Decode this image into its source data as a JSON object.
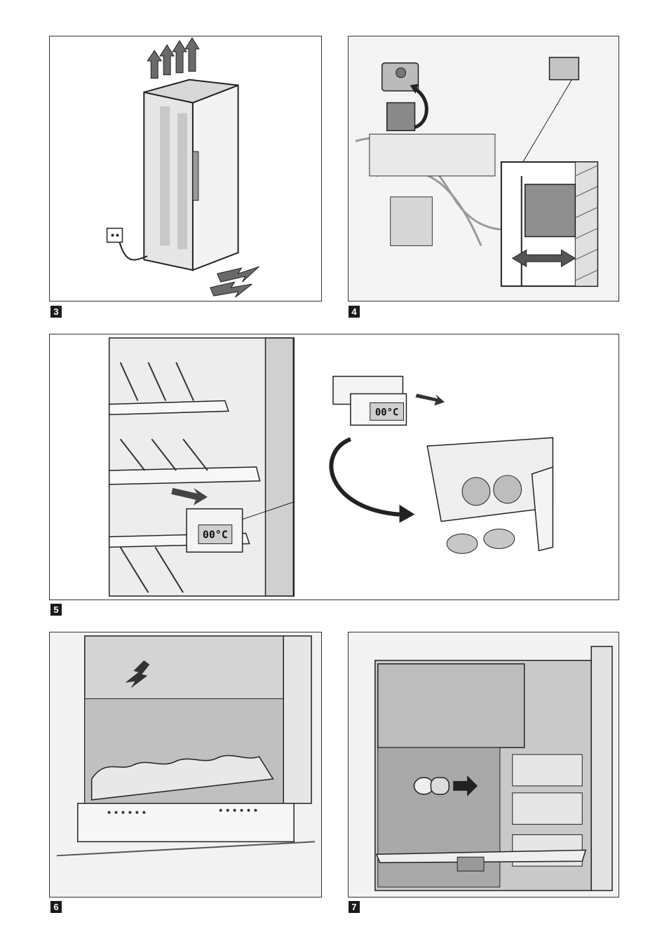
{
  "figures": [
    {
      "number": "3"
    },
    {
      "number": "4"
    },
    {
      "number": "5",
      "display_small": "00°C",
      "display_large": "00°C"
    },
    {
      "number": "6"
    },
    {
      "number": "7"
    }
  ],
  "colors": {
    "line": "#222222",
    "fill_gray": "#bdbdbd",
    "fill_light": "#e4e4e4",
    "arrow": "#3a3a3a"
  }
}
